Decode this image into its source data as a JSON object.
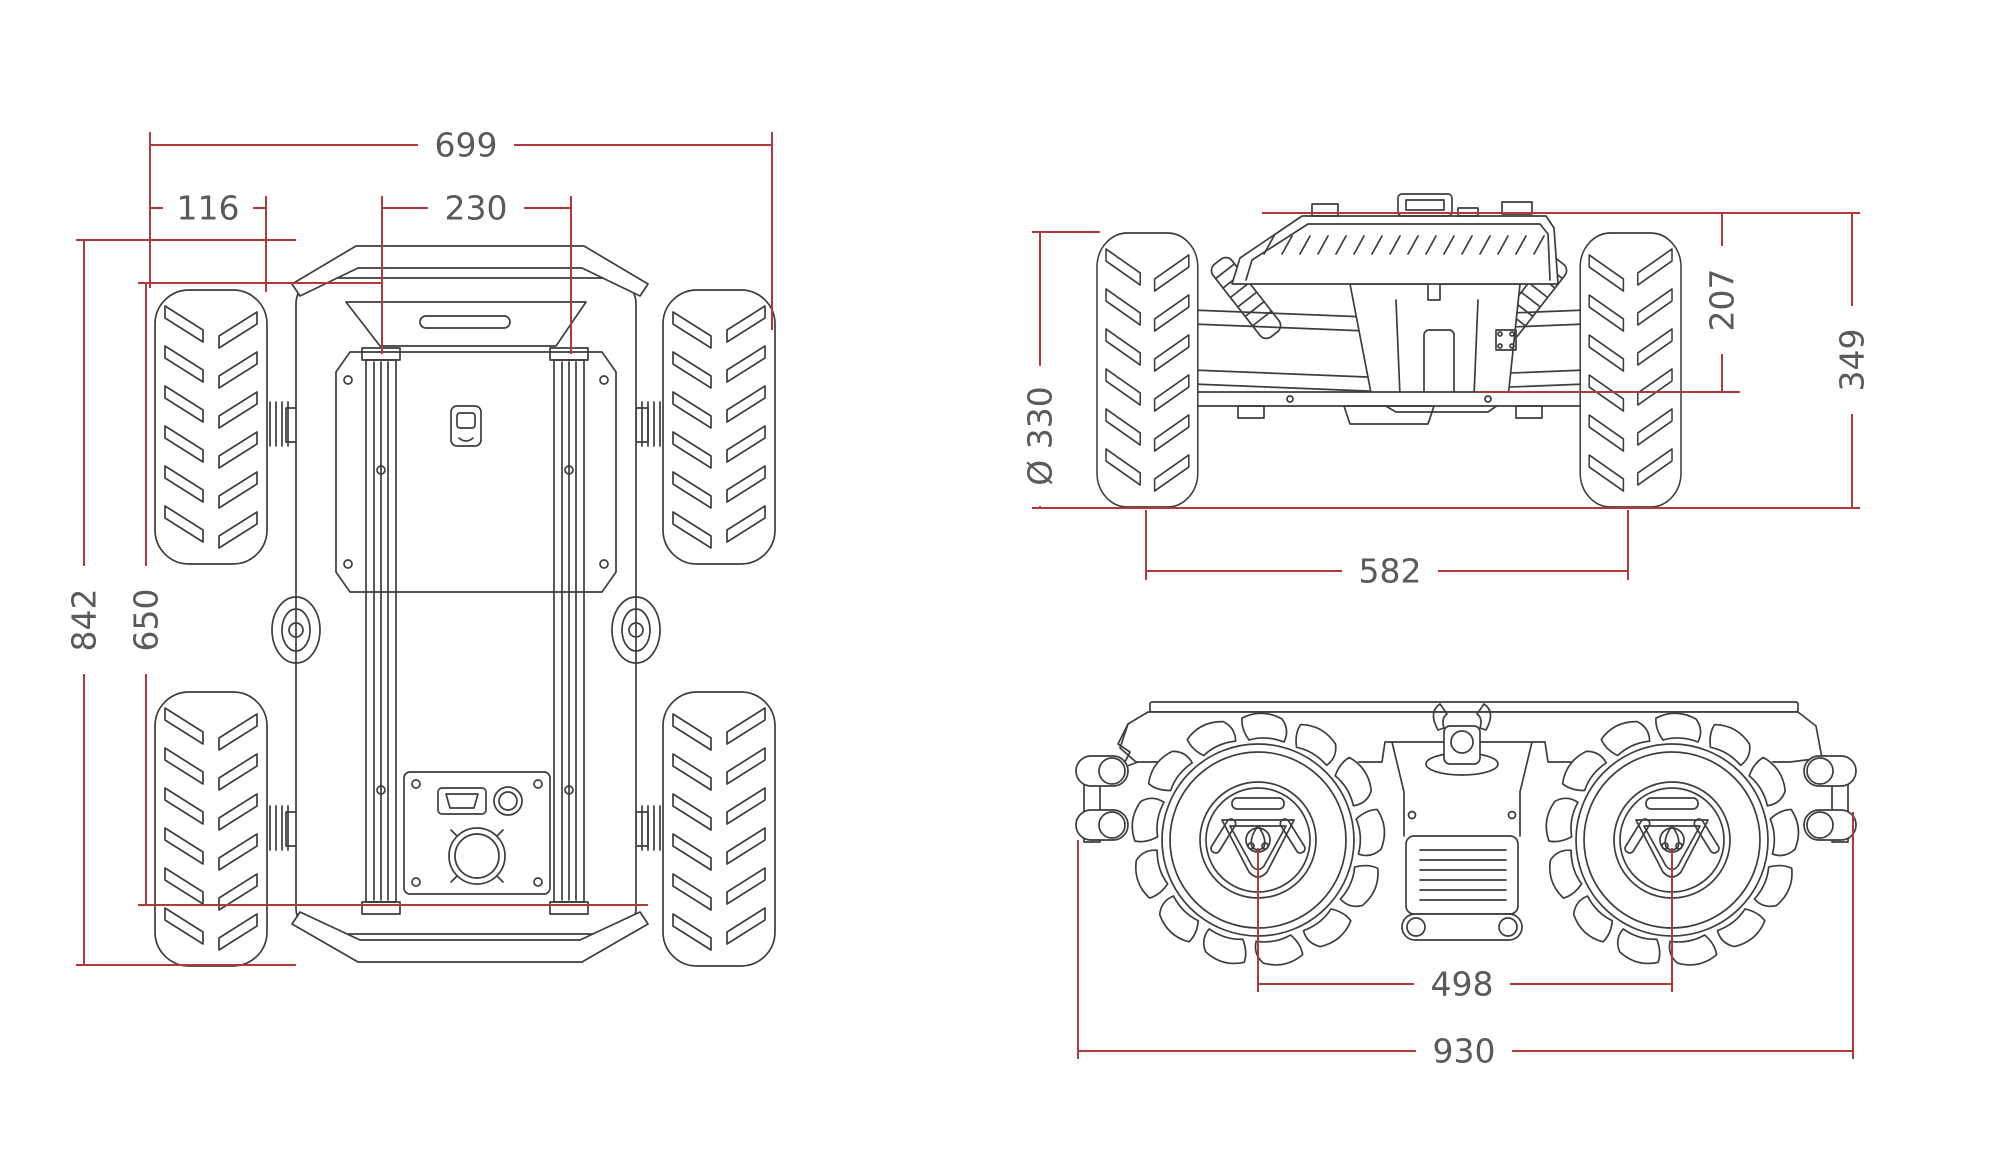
{
  "colors": {
    "background": "#ffffff",
    "dimension_line": "#b2383c",
    "linework": "#3d3d3d",
    "dimension_text": "#5a5a5a"
  },
  "views": {
    "top": {
      "title": "top-view",
      "dimensions": {
        "overall_width": "699",
        "mount_rail_spacing": "230",
        "wheel_width": "116",
        "overall_length": "842",
        "body_length": "650"
      }
    },
    "front": {
      "title": "front-view",
      "dimensions": {
        "wheel_diameter": "Ø 330",
        "suspension_height": "207",
        "overall_height": "349",
        "track_width": "582"
      }
    },
    "side": {
      "title": "side-view",
      "dimensions": {
        "wheelbase": "498",
        "overall_length": "930"
      }
    }
  }
}
